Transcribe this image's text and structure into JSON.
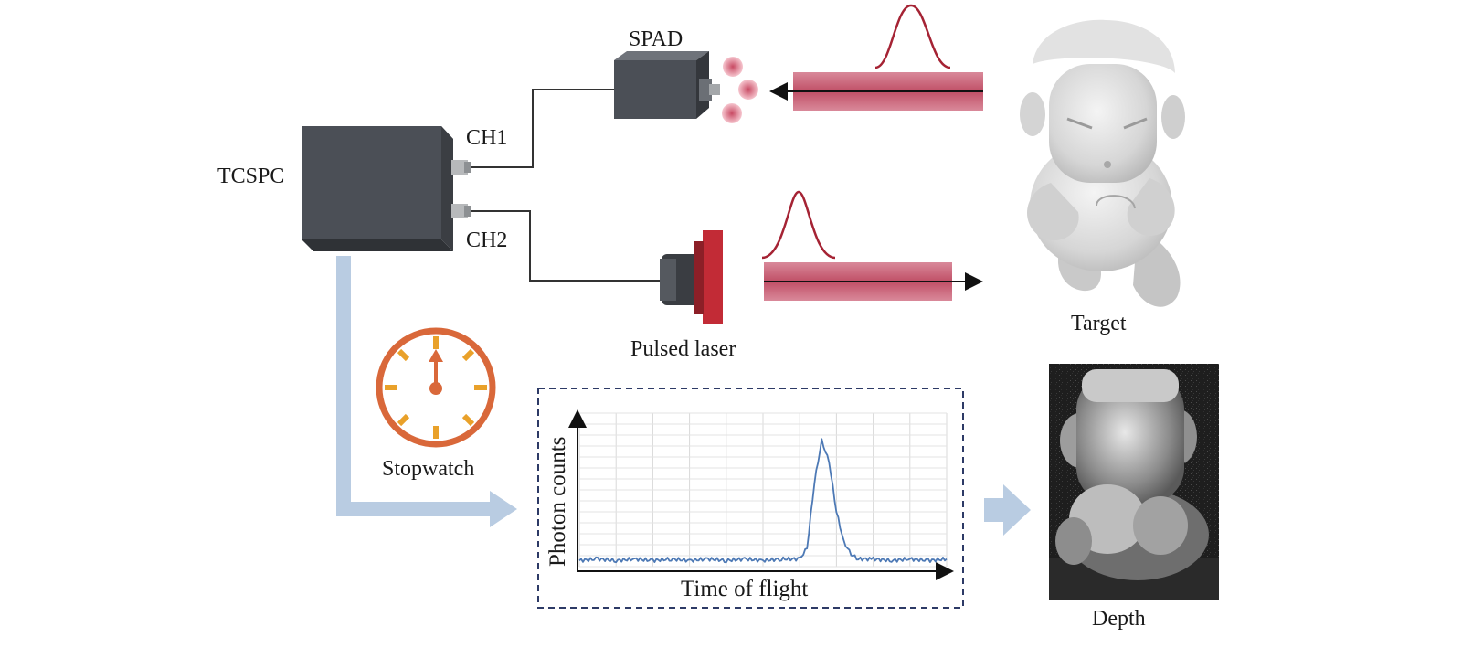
{
  "labels": {
    "tcspc": "TCSPC",
    "ch1": "CH1",
    "ch2": "CH2",
    "spad": "SPAD",
    "pulsed_laser": "Pulsed laser",
    "target": "Target",
    "stopwatch": "Stopwatch",
    "depth": "Depth"
  },
  "chart_data": {
    "type": "line",
    "title": "",
    "xlabel": "Time of flight",
    "ylabel": "Photon counts",
    "grid": true,
    "series": [
      {
        "x": [
          0,
          5,
          10,
          15,
          20,
          25,
          30,
          35,
          40,
          45,
          50,
          55,
          60,
          62,
          64,
          66,
          68,
          70,
          72,
          74,
          76,
          80,
          85,
          90,
          95,
          100
        ],
        "values": [
          0.04,
          0.05,
          0.04,
          0.05,
          0.04,
          0.05,
          0.04,
          0.05,
          0.04,
          0.05,
          0.04,
          0.05,
          0.05,
          0.12,
          0.55,
          0.82,
          0.68,
          0.36,
          0.16,
          0.08,
          0.05,
          0.05,
          0.04,
          0.05,
          0.04,
          0.05
        ]
      }
    ],
    "xlim": [
      0,
      100
    ],
    "ylim": [
      0,
      1
    ]
  },
  "colors": {
    "device_dark": "#4b4f56",
    "beam": "#c45a6e",
    "pulse": "#a52334",
    "flow_arrow": "#b9cce2",
    "clock": "#d9683a",
    "clock_ticks": "#e9a12a",
    "signal": "#4d79b5",
    "dashed_frame": "#2d3a66"
  }
}
